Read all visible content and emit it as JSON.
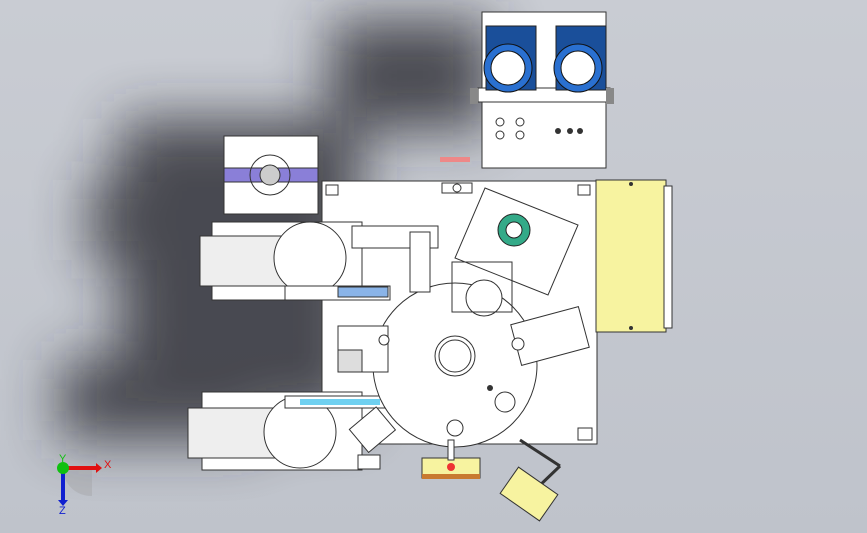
{
  "view": {
    "triad": {
      "x_label": "X",
      "y_label": "Y",
      "z_label": "Z"
    },
    "colors": {
      "background": "#c4c8cf",
      "motor_blue": "#1e5fb0",
      "panel_yellow": "#f7f3a0",
      "highlight_purple": "#8a7fd8",
      "axis_x": "#e01010",
      "axis_y": "#10c010",
      "axis_z": "#1020d0"
    }
  }
}
